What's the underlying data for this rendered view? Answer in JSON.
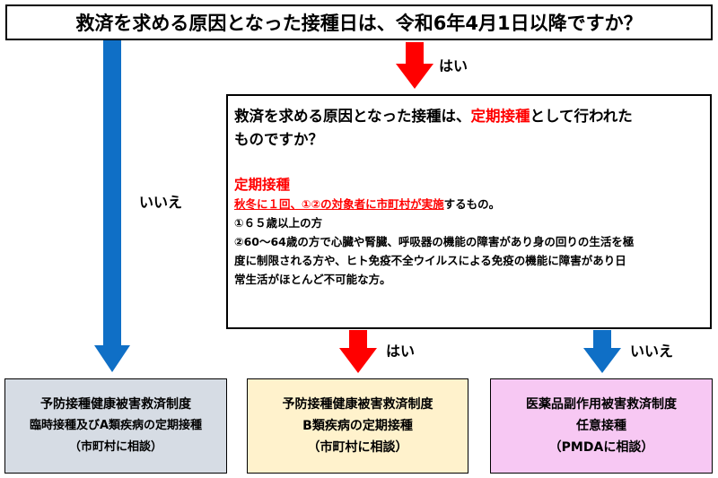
{
  "question1": "救済を求める原因となった接種日は、令和6年4月1日以降ですか？",
  "question2": {
    "line1_pre": "救済を求める原因となった接種は、",
    "line1_red": "定期接種",
    "line1_post": "として行われた",
    "line2": "ものですか？",
    "def_title": "定期接種",
    "def_line1_red": "秋冬に１回、①②の対象者に市町村が実施",
    "def_line1_post": "するもの。",
    "item1": "①６５歳以上の方",
    "item2_line1": "②60～64歳の方で心臓や腎臓、呼吸器の機能の障害があり身の回りの生活を極",
    "item2_line2": "度に制限される方や、ヒト免疫不全ウイルスによる免疫の機能に障害があり日",
    "item2_line3": "常生活がほとんど不可能な方。"
  },
  "labels": {
    "yes_top": "はい",
    "no_left": "いいえ",
    "yes_bottom": "はい",
    "no_right": "いいえ"
  },
  "results": [
    {
      "line1": "予防接種健康被害救済制度",
      "line2": "臨時接種及びA類疾病の定期接種",
      "line3": "（市町村に相談）"
    },
    {
      "line1": "予防接種健康被害救済制度",
      "line2": "B類疾病の定期接種",
      "line3": "（市町村に相談）"
    },
    {
      "line1": "医薬品副作用被害救済制度",
      "line2": "任意接種",
      "line3": "（PMDAに相談）"
    }
  ],
  "colors": {
    "red_arrow": "#ff0000",
    "blue_arrow": "#0f6fc6",
    "red_text": "#ff0000",
    "box_gray": "#d6dce4",
    "box_yellow": "#fff2cc",
    "box_pink": "#f7c8f3"
  }
}
